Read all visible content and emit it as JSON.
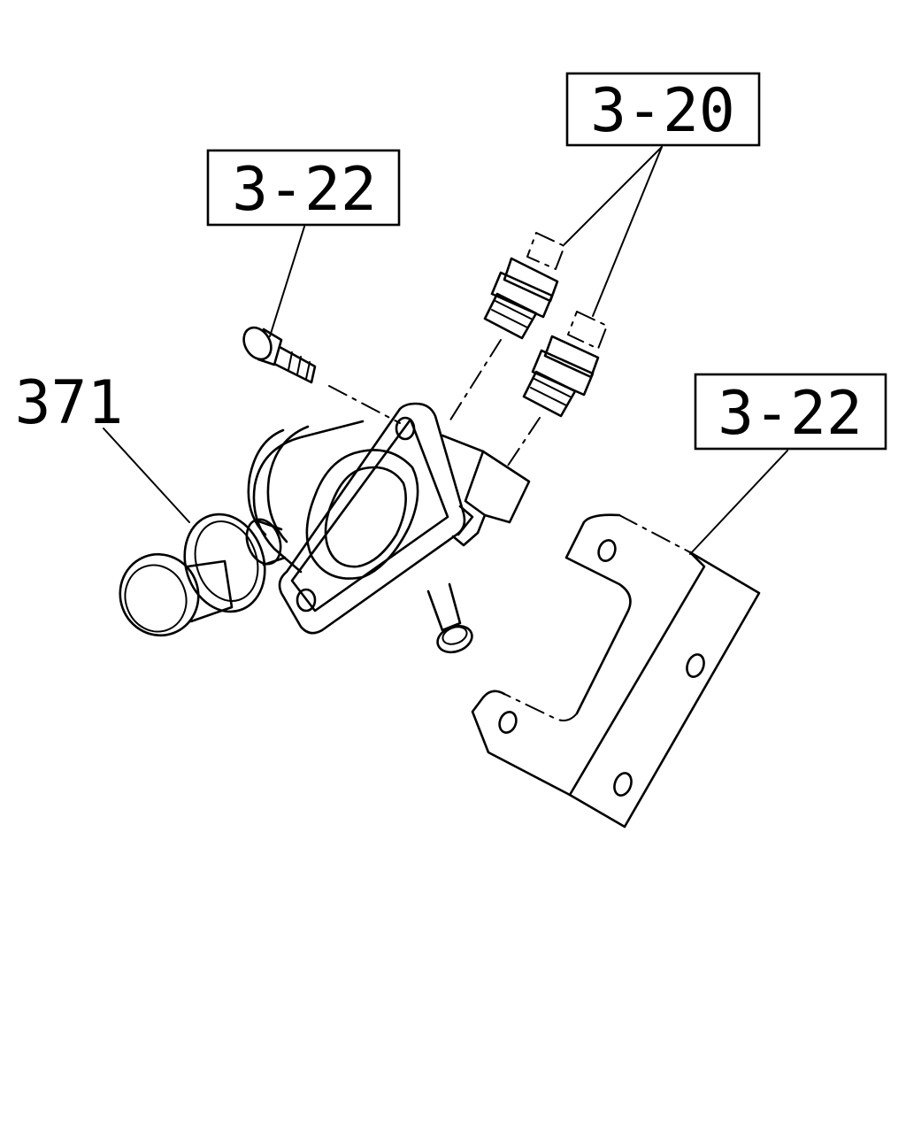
{
  "callouts": {
    "top_right": "3-20",
    "top_left": "3-22",
    "right": "3-22",
    "part": "371"
  }
}
